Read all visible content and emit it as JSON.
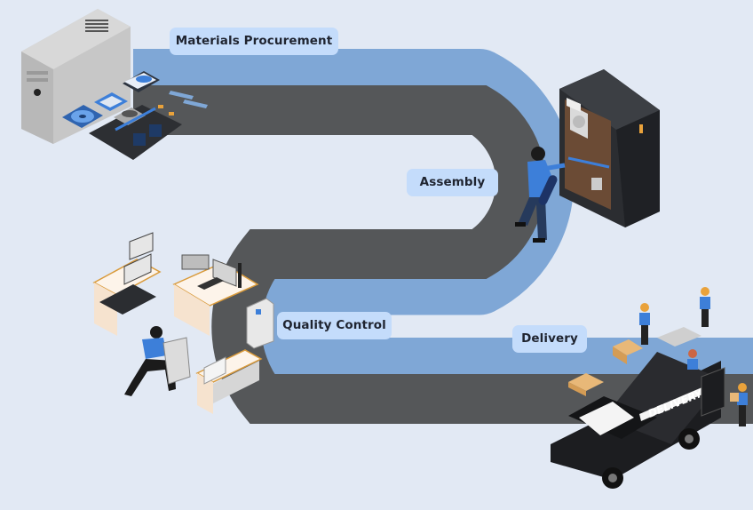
{
  "diagram": {
    "type": "process-flow",
    "background_color": "#e2e9f4",
    "road_color": "#555759",
    "road_border_color": "#7fa7d6",
    "label_bg_color": "#c4dcfb",
    "accent_blue": "#3d7fd9",
    "stages": [
      {
        "id": "procurement",
        "label": "Materials Procurement",
        "illustration": "pc-tower-with-components"
      },
      {
        "id": "assembly",
        "label": "Assembly",
        "illustration": "technician-assembling-server-rack"
      },
      {
        "id": "quality_control",
        "label": "Quality Control",
        "illustration": "testing-workstations-and-technician"
      },
      {
        "id": "delivery",
        "label": "Delivery",
        "illustration": "delivery-van-with-workers-and-pallets"
      }
    ],
    "van_text": "DELIVERY"
  }
}
